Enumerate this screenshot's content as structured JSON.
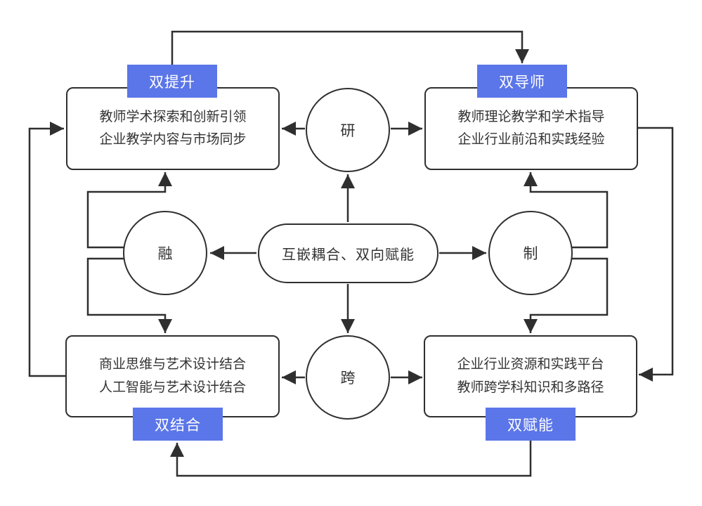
{
  "diagram": {
    "center": {
      "label": "互嵌耦合、双向赋能"
    },
    "circles": {
      "top": "研",
      "left": "融",
      "right": "制",
      "bottom": "跨"
    },
    "boxes": {
      "top_left": {
        "badge": "双提升",
        "line1": "教师学术探索和创新引领",
        "line2": "企业教学内容与市场同步"
      },
      "top_right": {
        "badge": "双导师",
        "line1": "教师理论教学和学术指导",
        "line2": "企业行业前沿和实践经验"
      },
      "bottom_left": {
        "badge": "双结合",
        "line1": "商业思维与艺术设计结合",
        "line2": "人工智能与艺术设计结合"
      },
      "bottom_right": {
        "badge": "双赋能",
        "line1": "企业行业资源和实践平台",
        "line2": "教师跨学科知识和多路径"
      }
    },
    "colors": {
      "badge_blue": "#5b76e8",
      "line_dark": "#2f2f2f",
      "text": "#333333",
      "background": "#ffffff"
    }
  }
}
